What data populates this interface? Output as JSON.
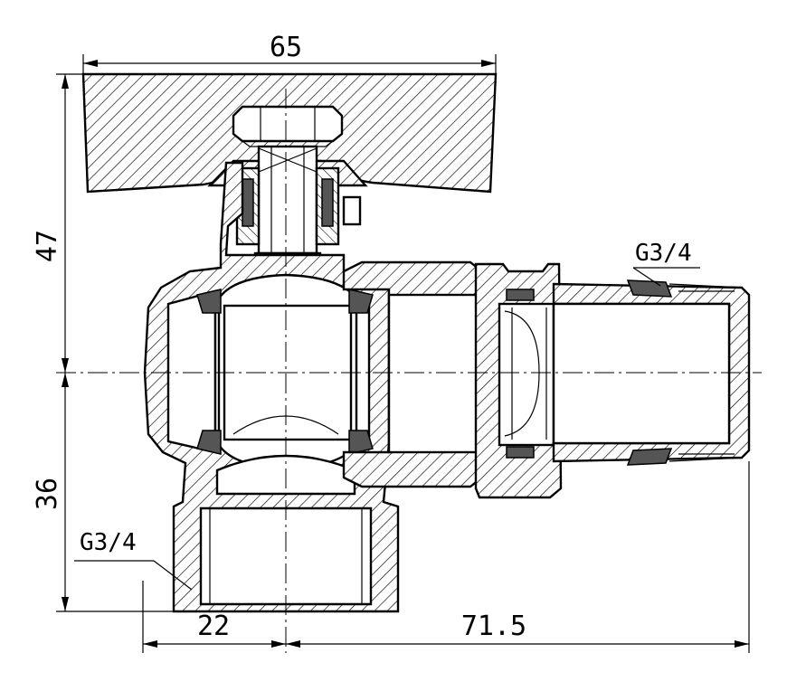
{
  "dimensions": {
    "overall_width": "65",
    "upper_height": "47",
    "lower_height": "36",
    "outlet_offset": "22",
    "horizontal_length": "71.5"
  },
  "threads": {
    "right_thread": "G3/4",
    "bottom_thread": "G3/4"
  }
}
